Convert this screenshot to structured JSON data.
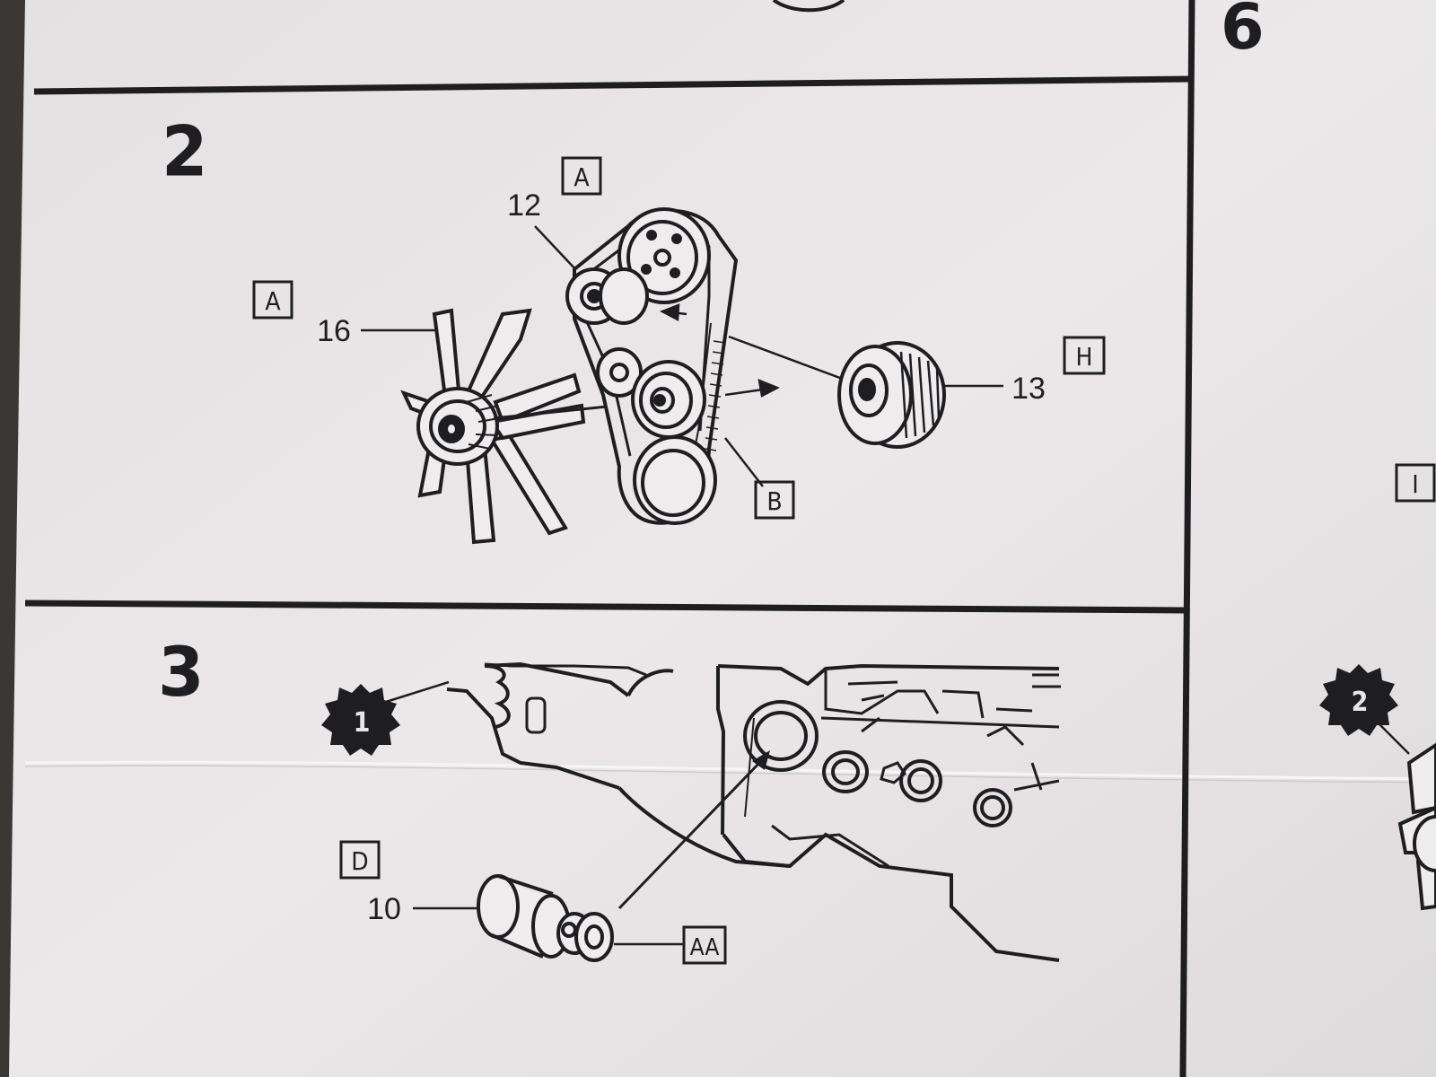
{
  "steps": [
    {
      "number": "2",
      "parts": [
        {
          "id": "part-12",
          "number": "12",
          "sprue": "A"
        },
        {
          "id": "part-16",
          "number": "16",
          "sprue": "A"
        },
        {
          "id": "part-13",
          "number": "13",
          "sprue": "H"
        }
      ],
      "extra_sprue": "B"
    },
    {
      "number": "3",
      "callout": "1",
      "parts": [
        {
          "id": "part-10",
          "number": "10",
          "sprue": "D"
        }
      ],
      "extra_sprue": "AA"
    }
  ],
  "right_column": {
    "step_number": "6",
    "sprue": "I",
    "callout": "2"
  },
  "colors": {
    "paper": "#e8e5e6",
    "ink": "#1e1e20",
    "backdrop": "#3a3734"
  }
}
